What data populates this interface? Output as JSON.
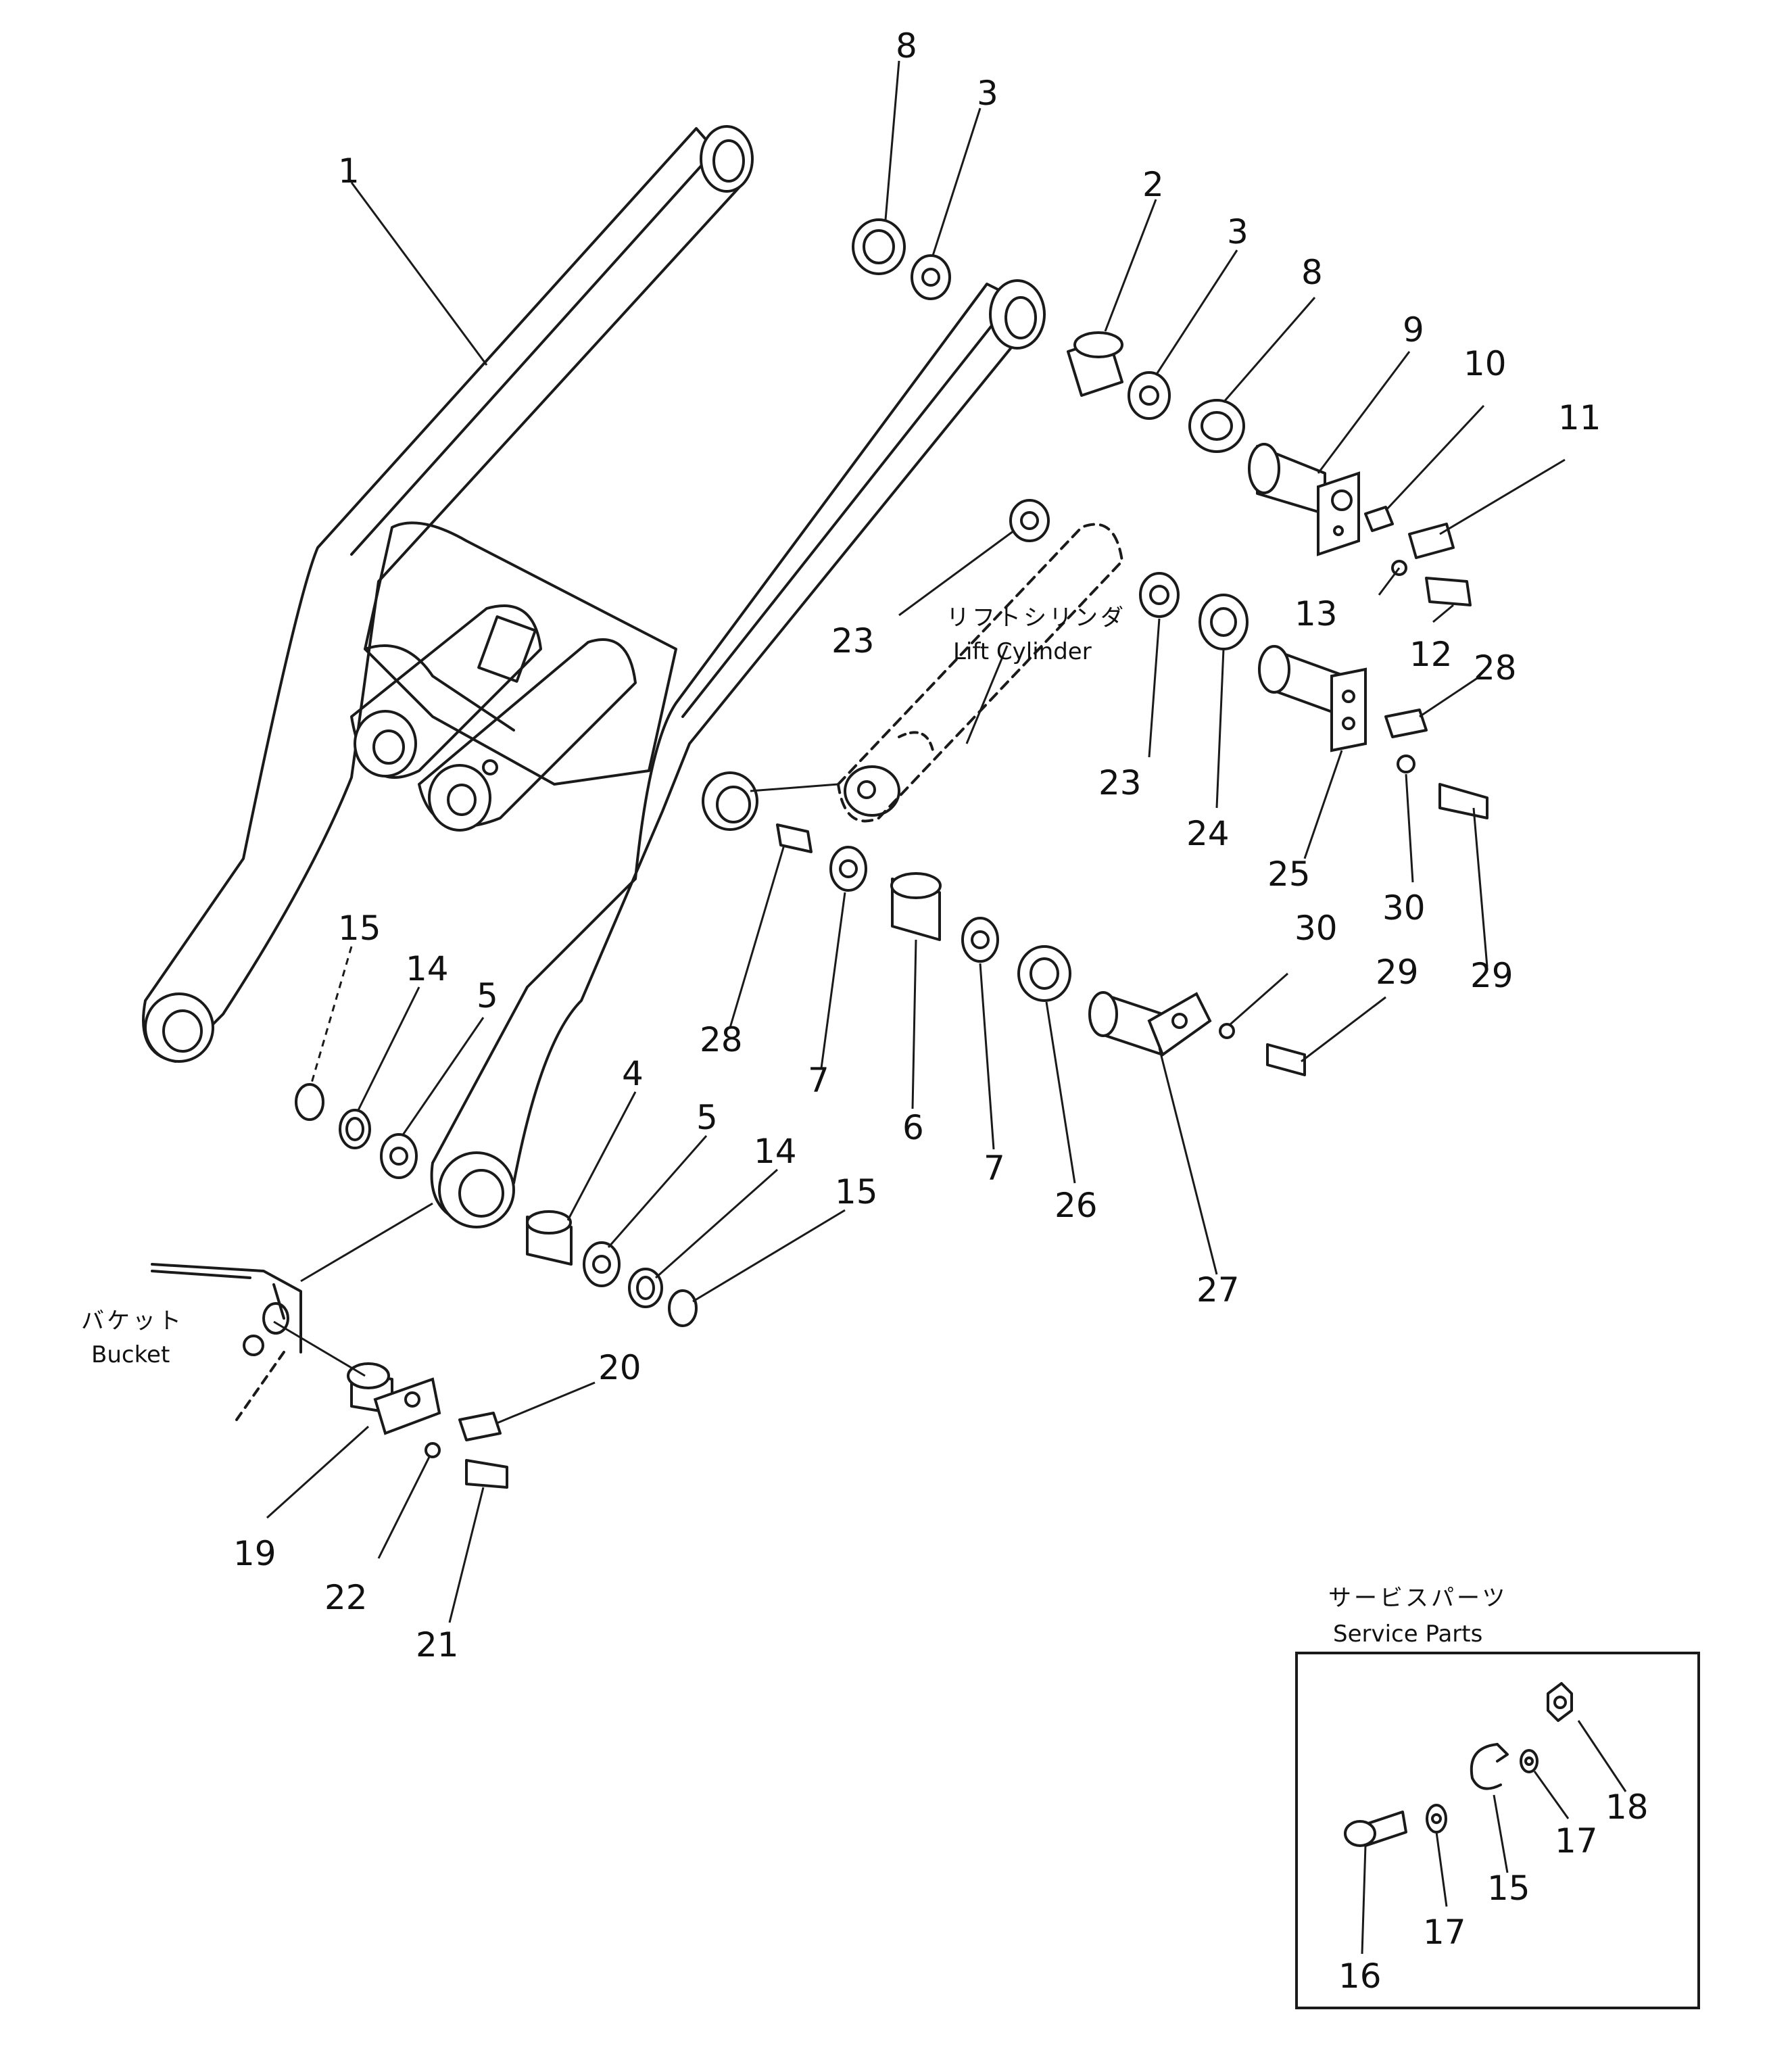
{
  "callouts": {
    "c1": "1",
    "c2": "2",
    "c3a": "3",
    "c3b": "3",
    "c4": "4",
    "c5a": "5",
    "c5b": "5",
    "c6": "6",
    "c7a": "7",
    "c7b": "7",
    "c8a": "8",
    "c8b": "8",
    "c9": "9",
    "c10": "10",
    "c11": "11",
    "c12": "12",
    "c13": "13",
    "c14a": "14",
    "c14b": "14",
    "c15a": "15",
    "c15b": "15",
    "c15s": "15",
    "c16": "16",
    "c17a": "17",
    "c17b": "17",
    "c18": "18",
    "c19": "19",
    "c20": "20",
    "c21": "21",
    "c22": "22",
    "c23a": "23",
    "c23b": "23",
    "c24": "24",
    "c25": "25",
    "c26": "26",
    "c27": "27",
    "c28a": "28",
    "c28b": "28",
    "c29a": "29",
    "c29b": "29",
    "c30a": "30",
    "c30b": "30"
  },
  "labels": {
    "lift_cylinder_jp": "リフトシリンダ",
    "lift_cylinder_en": "Lift Cylinder",
    "bucket_jp": "バケット",
    "bucket_en": "Bucket",
    "service_parts_jp": "サービスパーツ",
    "service_parts_en": "Service Parts"
  }
}
